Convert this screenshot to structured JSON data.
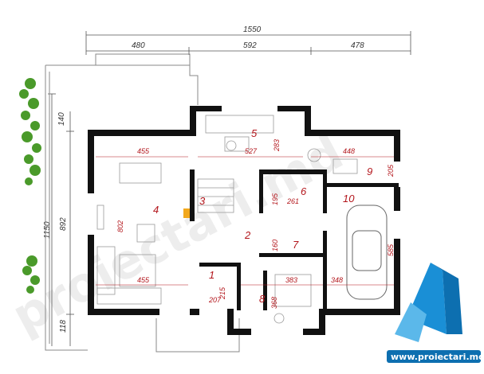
{
  "dimensions": {
    "top_total": "1550",
    "top_left": "480",
    "top_mid": "592",
    "top_right": "478",
    "left_140": "140",
    "left_1150": "1150",
    "left_892": "892",
    "left_118": "118"
  },
  "rooms": [
    {
      "num": "1",
      "dim": "207"
    },
    {
      "num": "2",
      "dim": ""
    },
    {
      "num": "3",
      "dim": ""
    },
    {
      "num": "4",
      "dim": "455"
    },
    {
      "num": "5",
      "dim": "527"
    },
    {
      "num": "6",
      "dim": "261"
    },
    {
      "num": "7",
      "dim": "383"
    },
    {
      "num": "8",
      "dim": "368"
    },
    {
      "num": "9",
      "dim": "448"
    },
    {
      "num": "10",
      "dim": "348"
    }
  ],
  "inner_dims": {
    "d455_bottom": "455",
    "d802": "802",
    "d283": "283",
    "d195": "195",
    "d205": "205",
    "d160": "160",
    "d215": "215",
    "d585": "585"
  },
  "watermark": "proiectari.md",
  "logo_url": "www.proiectari.md",
  "colors": {
    "wall": "#111111",
    "accent": "#b3161c",
    "logo": "#1a8fd6",
    "plant": "#4a9a2a"
  }
}
